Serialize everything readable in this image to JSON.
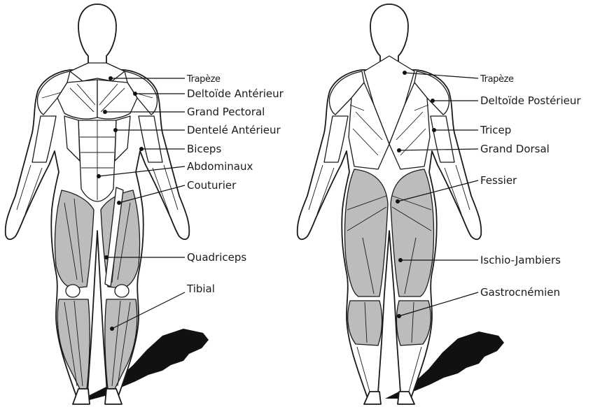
{
  "colors": {
    "outline": "#1a1a1a",
    "highlight_muscle": "#bcbcbc",
    "shadow": "#111111",
    "background": "#ffffff"
  },
  "front": {
    "labels": {
      "trapeze": "Trapèze",
      "deltoide": "Deltoïde Antérieur",
      "pectoral": "Grand Pectoral",
      "dentele": "Dentelé Antérieur",
      "biceps": "Biceps",
      "abdominaux": "Abdominaux",
      "couturier": "Couturier",
      "quadriceps": "Quadriceps",
      "tibial": "Tibial"
    }
  },
  "back": {
    "labels": {
      "trapeze": "Trapèze",
      "deltoide": "Deltoïde Postérieur",
      "tricep": "Tricep",
      "dorsal": "Grand Dorsal",
      "fessier": "Fessier",
      "ischio": "Ischio-Jambiers",
      "gastro": "Gastrocnémien"
    }
  }
}
